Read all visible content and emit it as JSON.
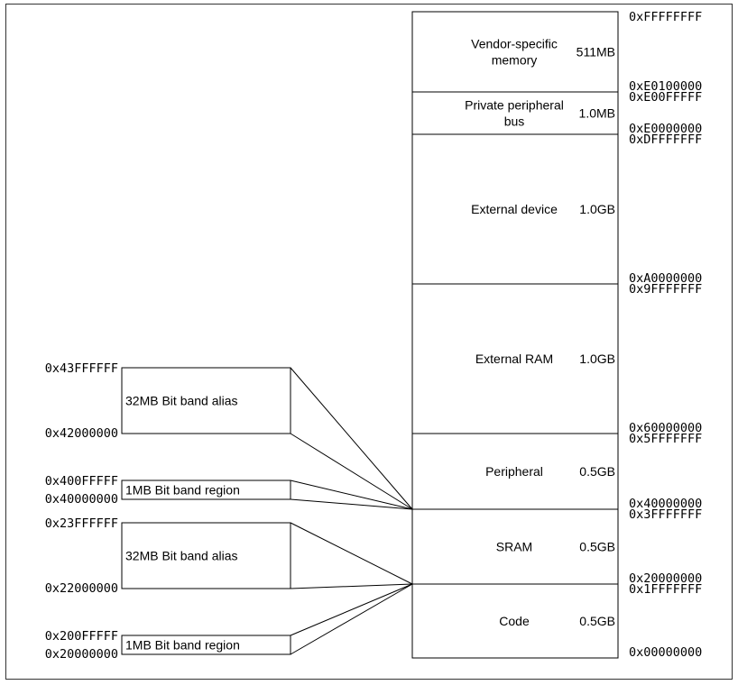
{
  "memory_map": {
    "regions": [
      {
        "name_lines": [
          "Vendor-specific",
          "memory"
        ],
        "size": "511MB",
        "top_addr": "0xFFFFFFFF",
        "bottom_addr": "0xE0100000"
      },
      {
        "name_lines": [
          "Private peripheral",
          "bus"
        ],
        "size": "1.0MB",
        "top_addr": "0xE00FFFFF",
        "bottom_addr": "0xE0000000"
      },
      {
        "name_lines": [
          "External device"
        ],
        "size": "1.0GB",
        "top_addr": "0xDFFFFFFF",
        "bottom_addr": "0xA0000000"
      },
      {
        "name_lines": [
          "External RAM"
        ],
        "size": "1.0GB",
        "top_addr": "0x9FFFFFFF",
        "bottom_addr": "0x60000000"
      },
      {
        "name_lines": [
          "Peripheral"
        ],
        "size": "0.5GB",
        "top_addr": "0x5FFFFFFF",
        "bottom_addr": "0x40000000"
      },
      {
        "name_lines": [
          "SRAM"
        ],
        "size": "0.5GB",
        "top_addr": "0x3FFFFFFF",
        "bottom_addr": "0x20000000"
      },
      {
        "name_lines": [
          "Code"
        ],
        "size": "0.5GB",
        "top_addr": "0x1FFFFFFF",
        "bottom_addr": "0x00000000"
      }
    ]
  },
  "bit_band": [
    {
      "size": "32MB",
      "label": "Bit band alias",
      "top_addr": "0x43FFFFFF",
      "bottom_addr": "0x42000000"
    },
    {
      "size": "1MB",
      "label": "Bit band region",
      "top_addr": "0x400FFFFF",
      "bottom_addr": "0x40000000"
    },
    {
      "size": "32MB",
      "label": "Bit band alias",
      "top_addr": "0x23FFFFFF",
      "bottom_addr": "0x22000000"
    },
    {
      "size": "1MB",
      "label": "Bit band region",
      "top_addr": "0x200FFFFF",
      "bottom_addr": "0x20000000"
    }
  ]
}
